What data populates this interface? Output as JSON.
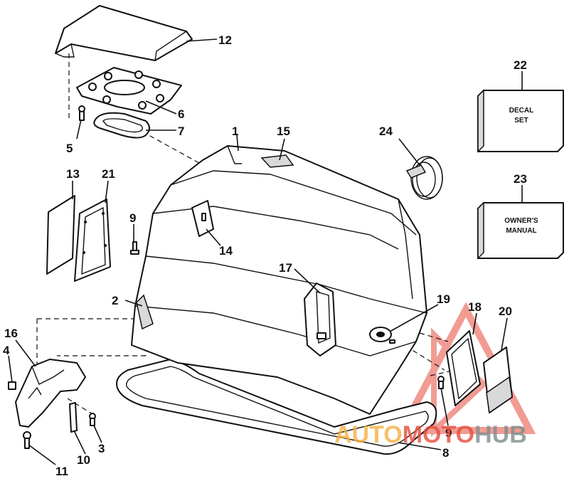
{
  "callouts": {
    "c1": "1",
    "c2": "2",
    "c3": "3",
    "c4": "4",
    "c5": "5",
    "c6": "6",
    "c7": "7",
    "c8": "8",
    "c9a": "9",
    "c9b": "9",
    "c10": "10",
    "c11": "11",
    "c12": "12",
    "c13": "13",
    "c14": "14",
    "c15": "15",
    "c16": "16",
    "c17": "17",
    "c18": "18",
    "c19": "19",
    "c20": "20",
    "c21": "21",
    "c22": "22",
    "c23": "23",
    "c24": "24"
  },
  "boxes": {
    "decal_line1": "DECAL",
    "decal_line2": "SET",
    "manual_line1": "OWNER'S",
    "manual_line2": "MANUAL"
  },
  "watermark": {
    "part1": "AUTO",
    "part2": "MOTO",
    "part3": "HUB",
    "color_orange": "#f5b041",
    "color_red": "#e74c3c",
    "color_gray": "#7f8c8d"
  }
}
